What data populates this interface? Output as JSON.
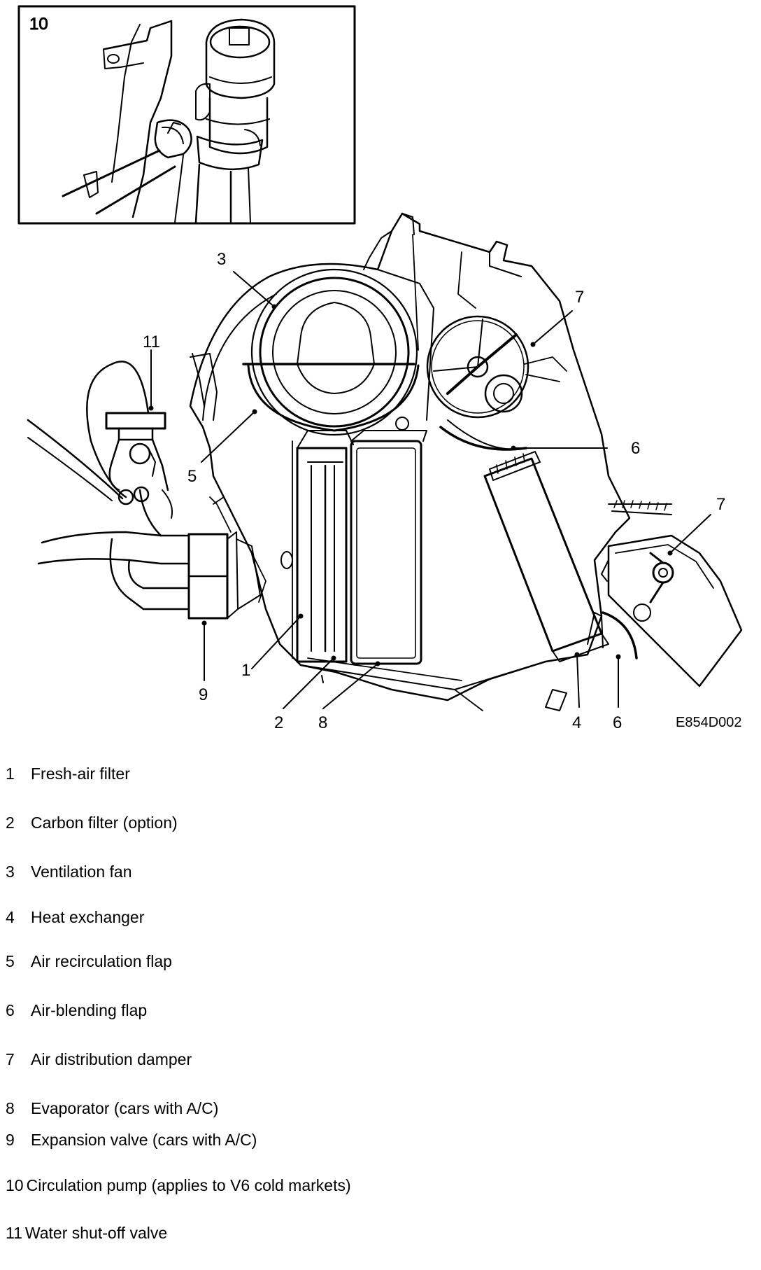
{
  "diagram": {
    "inset_label": "10",
    "figure_code": "E854D002",
    "callouts": [
      "3",
      "11",
      "5",
      "7",
      "6",
      "7",
      "9",
      "1",
      "2",
      "8",
      "4",
      "6"
    ]
  },
  "legend": [
    {
      "num": "1",
      "text": "Fresh-air filter"
    },
    {
      "num": "2",
      "text": "Carbon filter (option)"
    },
    {
      "num": "3",
      "text": "Ventilation fan"
    },
    {
      "num": "4",
      "text": "Heat exchanger"
    },
    {
      "num": "5",
      "text": "Air recirculation flap"
    },
    {
      "num": "6",
      "text": "Air-blending flap"
    },
    {
      "num": "7",
      "text": "Air distribution damper"
    },
    {
      "num": "8",
      "text": "Evaporator (cars with A/C)"
    },
    {
      "num": "9",
      "text": "Expansion valve (cars with A/C)"
    },
    {
      "num": "10",
      "text": "Circulation pump (applies to V6 cold markets)"
    },
    {
      "num": "11",
      "text": "Water shut-off valve"
    }
  ]
}
